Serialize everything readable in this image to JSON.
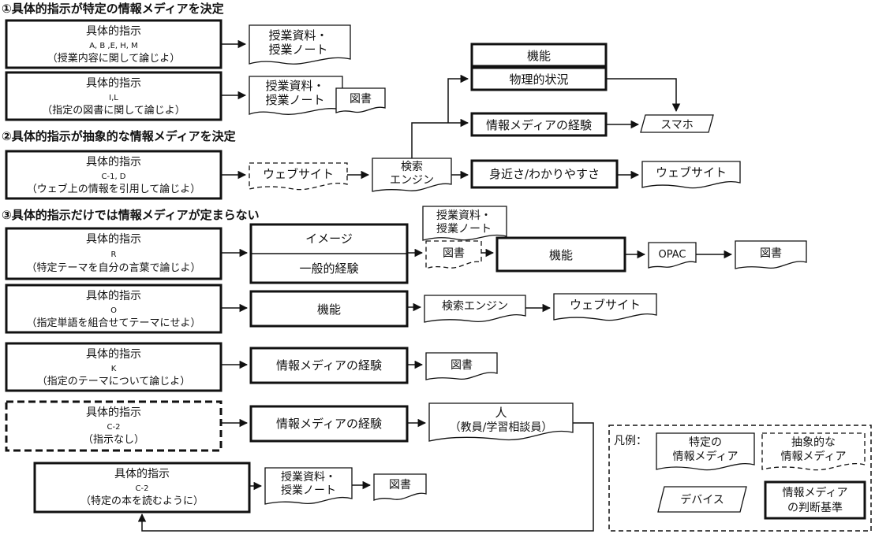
{
  "sections": [
    "①具体的指示が特定の情報メディアを決定",
    "②具体的指示が抽象的な情報メディアを決定",
    "③具体的指示だけでは情報メディアが定まらない"
  ],
  "instructions": [
    {
      "title": "具体的指示",
      "code": "A, B ,E, H, M",
      "detail": "（授業内容に関して論じよ）"
    },
    {
      "title": "具体的指示",
      "code": "I,L",
      "detail": "（指定の図書に関して論じよ）"
    },
    {
      "title": "具体的指示",
      "code": "C-1, D",
      "detail": "（ウェブ上の情報を引用して論じよ）"
    },
    {
      "title": "具体的指示",
      "code": "R",
      "detail": "（特定テーマを自分の言葉で論じよ）"
    },
    {
      "title": "具体的指示",
      "code": "O",
      "detail": "（指定単語を組合せてテーマにせよ）"
    },
    {
      "title": "具体的指示",
      "code": "K",
      "detail": "（指定のテーマについて論じよ）"
    },
    {
      "title": "具体的指示",
      "code": "C-2",
      "detail": "（指示なし）"
    },
    {
      "title": "具体的指示",
      "code": "C-2",
      "detail": "（特定の本を読むように）"
    }
  ],
  "media": {
    "lecture_materials_l1": "授業資料・",
    "lecture_materials_l2": "授業ノート",
    "books": "図書",
    "website": "ウェブサイト",
    "search_engine_l1": "検索",
    "search_engine_l2": "エンジン",
    "search_engine": "検索エンジン",
    "smartphone": "スマホ",
    "opac": "OPAC",
    "person_l1": "人",
    "person_l2": "（教員/学習相談員）"
  },
  "criteria": {
    "function": "機能",
    "physical_situation": "物理的状況",
    "media_experience": "情報メディアの経験",
    "familiarity": "身近さ/わかりやすさ",
    "image": "イメージ",
    "general_experience": "一般的経験"
  },
  "legend": {
    "title": "凡例：",
    "specific_l1": "特定の",
    "specific_l2": "情報メディア",
    "abstract_l1": "抽象的な",
    "abstract_l2": "情報メディア",
    "device": "デバイス",
    "criteria_l1": "情報メディア",
    "criteria_l2": "の判断基準"
  },
  "colors": {
    "stroke": "#111111",
    "background": "#ffffff"
  }
}
